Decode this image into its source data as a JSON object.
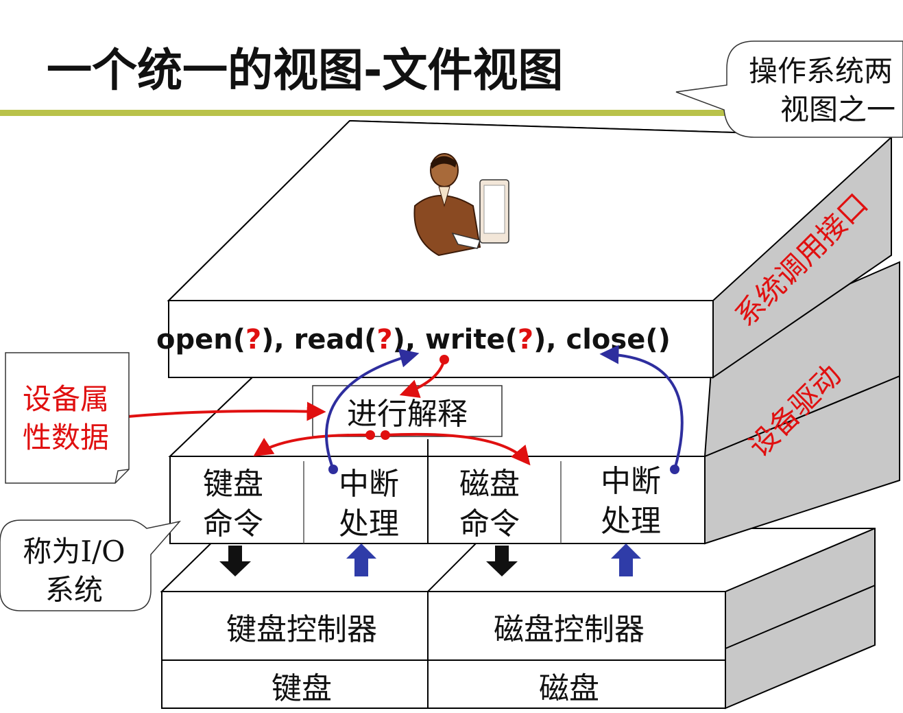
{
  "title": "一个统一的视图-文件视图",
  "callout_top": {
    "line1": "操作系统两",
    "line2": "视图之一"
  },
  "layer_labels": {
    "syscall": "系统调用接口",
    "driver": "设备驱动"
  },
  "syscall_line": {
    "open": "open(",
    "read": "), read(",
    "write": "), write(",
    "close": "), close()",
    "q": "?",
    "sep": ","
  },
  "interpret_box": "进行解释",
  "device_attr_note": {
    "line1": "设备属",
    "line2": "性数据"
  },
  "io_callout": {
    "line1": "称为I/O",
    "line2": "系统"
  },
  "driver_cells": [
    {
      "line1": "键盘",
      "line2": "命令"
    },
    {
      "line1": "中断",
      "line2": "处理"
    },
    {
      "line1": "磁盘",
      "line2": "命令"
    },
    {
      "line1": "中断",
      "line2": "处理"
    }
  ],
  "controllers": [
    "键盘控制器",
    "磁盘控制器"
  ],
  "devices": [
    "键盘",
    "磁盘"
  ],
  "colors": {
    "title_rule": "#b9c24a",
    "red": "#e01010",
    "blue": "#2e2e9e",
    "arrow_blue": "#2f3ca8",
    "box_side": "#c8c8c8",
    "box_top": "#ffffff",
    "outline": "#000000"
  },
  "icons": {
    "user": "person-at-computer-icon"
  }
}
